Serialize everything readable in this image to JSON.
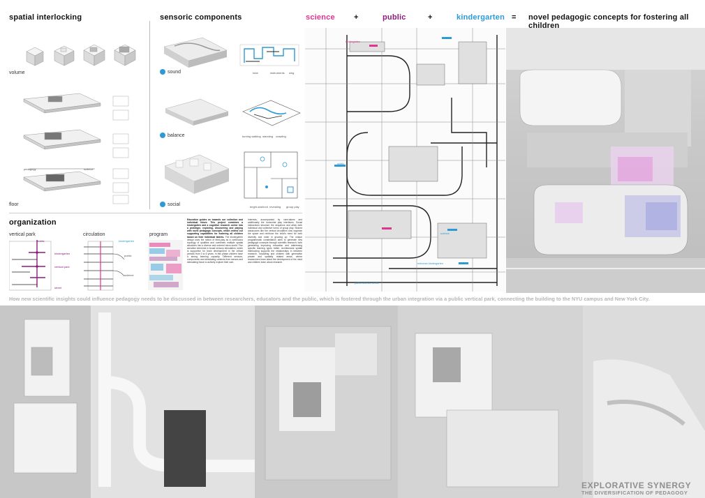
{
  "sections": {
    "spatial_title": "spatial interlocking",
    "sensoric_title": "sensoric components",
    "organization_title": "organization"
  },
  "spatial": {
    "volume_label": "volume",
    "floor_label": "floor",
    "axis_left": "pedagogy",
    "axis_right": "science"
  },
  "sensoric": {
    "sound_label": "sound",
    "balance_label": "balance",
    "social_label": "social",
    "sound_tags": [
      "total",
      "instruments",
      "sing"
    ],
    "balance_tags": [
      "turning walking",
      "standing",
      "crawling"
    ],
    "social_tags": [
      "bright-star",
      "hunt",
      "revealing",
      "group play"
    ]
  },
  "organization": {
    "vertical_park_label": "vertical park",
    "circulation_label": "circulation",
    "program_label": "program",
    "vp_tags": [
      "public",
      "kindergarten",
      "vertical park",
      "street"
    ],
    "circ_tags": [
      "kindergarten",
      "public",
      "science"
    ]
  },
  "equation": {
    "science": "science",
    "plus1": "+",
    "public": "public",
    "plus2": "+",
    "kindergarten": "kindergarten",
    "equals": "=",
    "result": "novel pedagogic concepts for fostering all children"
  },
  "text_block": {
    "col1_bold": "Education guides us towards our collection and individual future. This project combines a kindergarten and a cognitive research center into a prototype, exploring, discovering and playing with novel pedagogic concepts, which extend our supporting capabilities for fostering all children based on their individual talents.",
    "col1_body": "The kindergarten design uses the notion of third-play as a continuous topology of qualities and combines multiple spatial situations into a diverse and ordered micro-world. Five sensitive elements in broad sensory stimulation, which is supportive for brain development in the critical periods from 0 to 6 years. In this phase children have a strong learning capacity. Different sensors, components and stimulating contexts from senses and stimulating those to actively explore their own.",
    "col2_body": "Interests, accompanied by care-takers and additionally the horizontal play interfaces. Social interactions structure the sequence and allow both individual and collective forms of group play. Shared classrooms like the vertical circulation now organize the space and reinforce the child's need for both diversity and order in growing up. The unique programmatic constellation aims to generate new pedagogic concepts through scientific research; both generating improving education and addressing specific learning types better. Architectural spatial interlocking supports the relationships in between research, educating and children with generative private and spatially related areas, where researchers learn about the development of the mind and children learn about research."
  },
  "caption": "How new scientific insights could influence pedagogy needs to be discussed in between researchers, educators and the public, which is fostered through the urban integration via a public vertical park, connecting the building to the NYU campus and New York City.",
  "section_tags": [
    "kindergarten",
    "public",
    "science",
    "entrance kindergarten",
    "public science center"
  ],
  "brand": {
    "title": "EXPLORATIVE SYNERGY",
    "subtitle": "THE DIVERSIFICATION OF PEDAGOGY"
  },
  "colors": {
    "science": "#e0348f",
    "public": "#8c1c7a",
    "kindergarten": "#2d9ad4",
    "caption": "#b5b5b5",
    "brand": "#8f8f8f"
  }
}
